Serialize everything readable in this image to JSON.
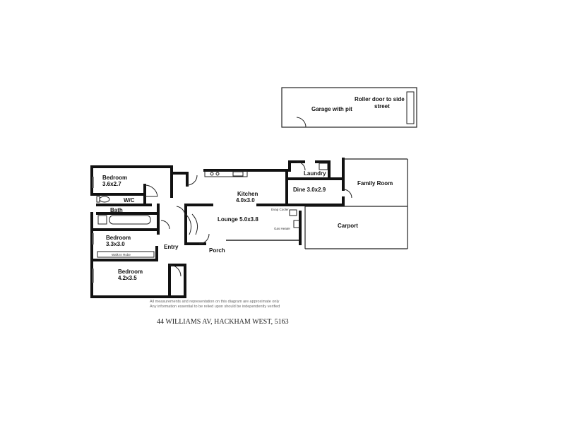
{
  "rooms": {
    "garage_line1": "Roller door to side",
    "garage_line2": "street",
    "garage_label": "Garage with pit",
    "bedroom1_name": "Bedroom",
    "bedroom1_size": "3.6x2.7",
    "laundry": "Laundry",
    "family_room": "Family Room",
    "kitchen_name": "Kitchen",
    "kitchen_size": "4.0x3.0",
    "dine": "Dine 3.0x2.9",
    "wc": "W/C",
    "bath": "Bath",
    "lounge": "Lounge 5.0x3.8",
    "evap_cooler": "Evap Cooler",
    "gas_heater": "Gas Heater",
    "carport": "Carport",
    "bedroom2_name": "Bedroom",
    "bedroom2_size": "3.3x3.0",
    "walk_in_robe": "Walk In Robe",
    "entry": "Entry",
    "porch": "Porch",
    "bedroom3_name": "Bedroom",
    "bedroom3_size": "4.2x3.5"
  },
  "disclaimer": {
    "line1": "All measurements and representation on this diagram are approximate only",
    "line2": "Any information essential to be relied upon should be independently verified"
  },
  "address": "44 WILLIAMS AV, HACKHAM WEST, 5163"
}
